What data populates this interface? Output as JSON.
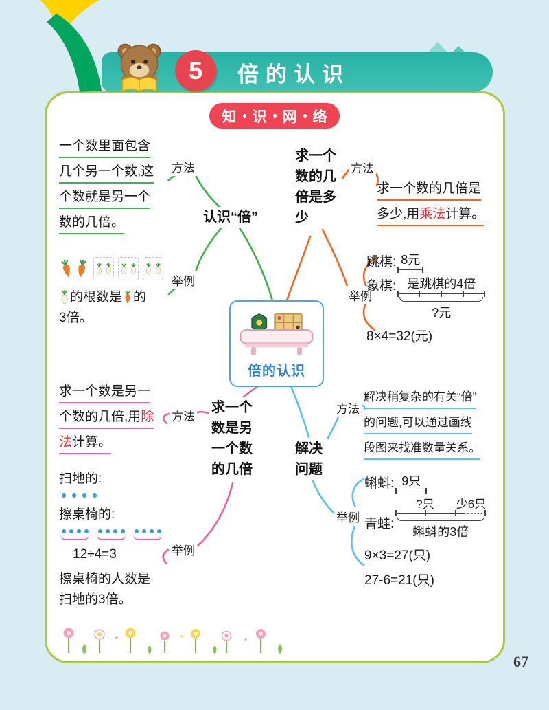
{
  "page_number": "67",
  "colors": {
    "branch_green": "#3cb34b",
    "branch_orange": "#f2661f",
    "branch_pink": "#f0609f",
    "branch_blue": "#56c2ee",
    "accent_red": "#e8303a",
    "banner_teal": "#2ab3a6",
    "badge_red": "#ee4454",
    "panel_border": "#a8cc3d"
  },
  "header": {
    "chapter_number": "5",
    "title": "倍的认识",
    "badge_chars": [
      "知",
      "识",
      "网",
      "络"
    ]
  },
  "labels": {
    "method": "方法",
    "example": "举例"
  },
  "center": {
    "label": "倍的认识"
  },
  "branches": {
    "recognize": {
      "label": "认识“倍”",
      "method_lines": [
        "一个数里面包含",
        "几个另一个数,这",
        "个数就是另一个",
        "数的几倍。"
      ],
      "example": {
        "sentence_mid": "的根数是",
        "sentence_tail": "的",
        "sentence_end": "3倍。"
      }
    },
    "times_of": {
      "label_lines": [
        "求一个",
        "数的几",
        "倍是多",
        "少"
      ],
      "method_line1": "求一个数的几倍是",
      "method_line2_pre": "多少,用",
      "method_line2_red": "乘法",
      "method_line2_post": "计算。",
      "example": {
        "item1_label": "跳棋:",
        "item1_value": "8元",
        "item2_label": "象棋:",
        "item2_note": "是跳棋的4倍",
        "item2_question": "?元",
        "equation": "8×4=32(元)"
      }
    },
    "how_many_times": {
      "label_lines": [
        "求一个",
        "数是另",
        "一个数",
        "的几倍"
      ],
      "method_line1": "求一个数是另一",
      "method_line2_pre": "个数的几倍,用",
      "method_line2_red": "除",
      "method_line3_red": "法",
      "method_line3_post": "计算。",
      "example": {
        "row1_label": "扫地的:",
        "row2_label": "擦桌椅的:",
        "equation": "12÷4=3",
        "conclusion_line1": "擦桌椅的人数是",
        "conclusion_line2": "扫地的3倍。"
      }
    },
    "solve": {
      "label_lines": [
        "解决",
        "问题"
      ],
      "method_lines": [
        "解决稍复杂的有关“倍”",
        "的问题,可以通过画线",
        "段图来找准数量关系。"
      ],
      "example": {
        "item1_label": "蝌蚪:",
        "item1_value": "9只",
        "item2_question": "?只",
        "item2_less": "少6只",
        "item2_label": "青蛙:",
        "item2_brace": "蝌蚪的3倍",
        "equation1": "9×3=27(只)",
        "equation2": "27-6=21(只)"
      }
    }
  }
}
